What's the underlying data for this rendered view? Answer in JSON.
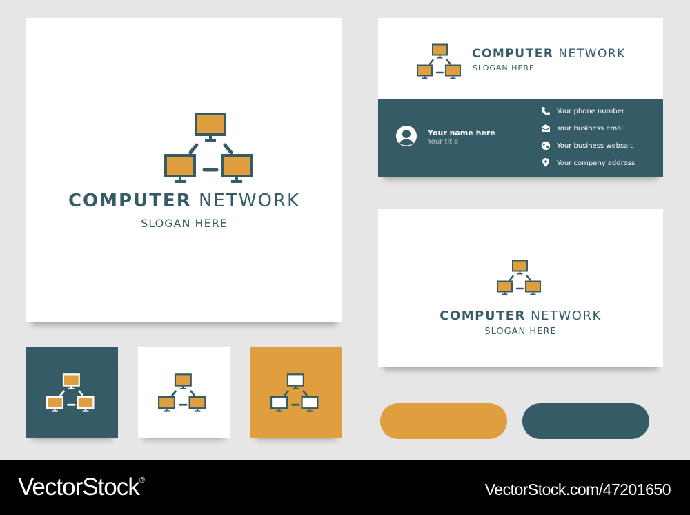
{
  "colors": {
    "teal": "#355c66",
    "orange": "#e09f3e",
    "white": "#ffffff",
    "background": "#e6e6e6",
    "footer": "#000000"
  },
  "logo": {
    "name_bold": "COMPUTER",
    "name_light": "NETWORK",
    "slogan": "SLOGAN HERE",
    "icon": "computer-network-icon"
  },
  "business_card": {
    "name": "Your name here",
    "title": "Your title",
    "contacts": [
      {
        "icon": "phone-icon",
        "label": "Your phone number"
      },
      {
        "icon": "email-icon",
        "label": "Your business email"
      },
      {
        "icon": "globe-icon",
        "label": "Your business websait"
      },
      {
        "icon": "location-pin-icon",
        "label": "Your company address"
      }
    ]
  },
  "swatches": [
    "teal",
    "white",
    "orange"
  ],
  "footer": {
    "brand": "VectorStock",
    "brand_mark": "®",
    "url": "VectorStock.com/47201650"
  }
}
